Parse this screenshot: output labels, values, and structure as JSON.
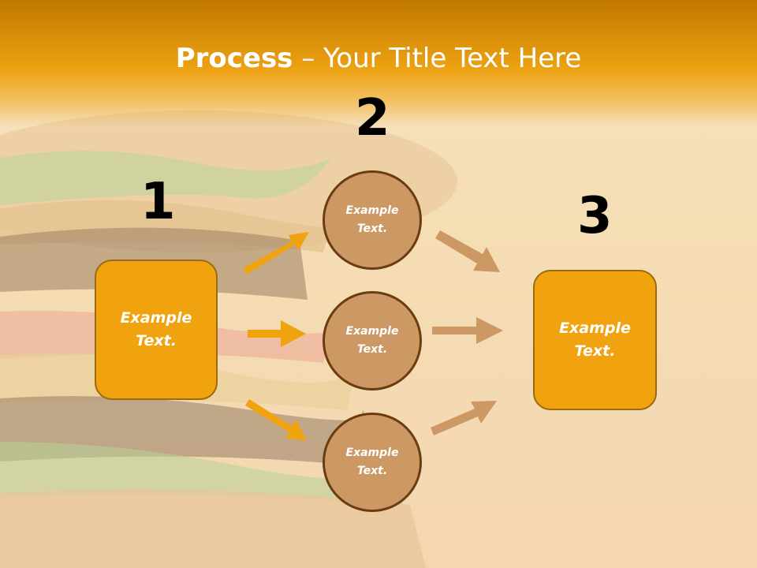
{
  "title": {
    "bold": "Process",
    "rest": " – Your Title Text Here"
  },
  "steps": [
    {
      "number": "1",
      "text": "Example Text."
    },
    {
      "number": "2",
      "circles": [
        "Example Text.",
        "Example Text.",
        "Example Text."
      ]
    },
    {
      "number": "3",
      "text": "Example Text."
    }
  ],
  "colors": {
    "box": "#f0a30e",
    "circle": "#cc9964",
    "arrow_left": "#f0a30e",
    "arrow_right": "#cc9964",
    "title_bar": "#eda212"
  }
}
